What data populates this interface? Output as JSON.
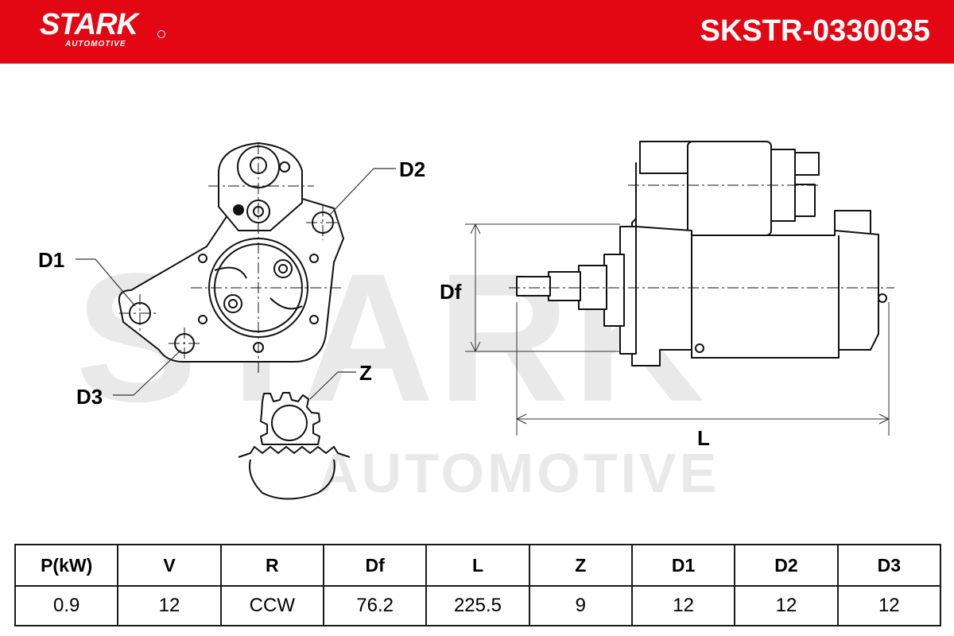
{
  "brand": {
    "name": "STARK",
    "subtitle": "AUTOMOTIVE"
  },
  "part_number": "SKSTR-0330035",
  "watermark": {
    "main": "STARK",
    "sub": "AUTOMOTIVE"
  },
  "labels": {
    "d1": "D1",
    "d2": "D2",
    "d3": "D3",
    "z": "Z",
    "df": "Df",
    "l": "L"
  },
  "specs": {
    "headers": [
      "P(kW)",
      "V",
      "R",
      "Df",
      "L",
      "Z",
      "D1",
      "D2",
      "D3"
    ],
    "values": [
      "0.9",
      "12",
      "CCW",
      "76.2",
      "225.5",
      "9",
      "12",
      "12",
      "12"
    ]
  },
  "colors": {
    "brand_red": "#e30613",
    "watermark_gray": "#e9e9e9",
    "line_black": "#111111"
  }
}
